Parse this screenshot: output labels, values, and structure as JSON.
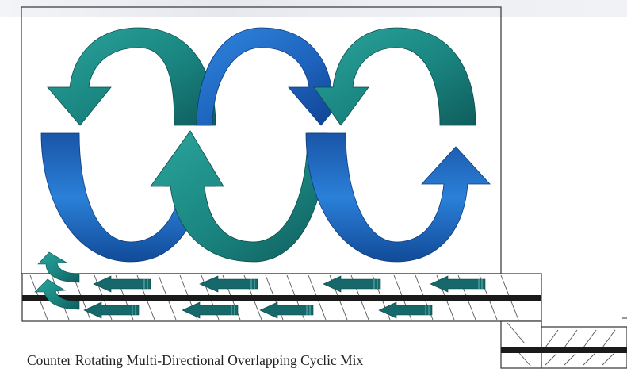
{
  "caption": "Counter Rotating Multi-Directional Overlapping Cyclic Mix",
  "colors": {
    "blue_arrow": "#1f68c2",
    "teal_arrow": "#1c8a86",
    "shaft": "#1a1a1a",
    "outline": "#333333",
    "feed_arrow": "#17686a"
  },
  "icons": [
    "curved-arrow-blue",
    "curved-arrow-teal",
    "straight-arrow-teal"
  ]
}
